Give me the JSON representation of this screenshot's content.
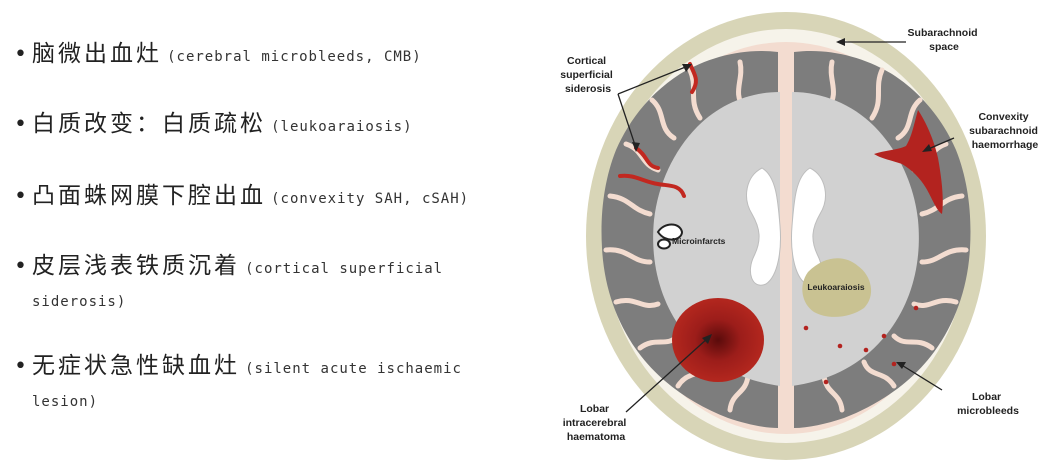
{
  "items": [
    {
      "cn": "脑微出血灶",
      "en": "(cerebral microbleeds, CMB)"
    },
    {
      "cn": "白质改变：白质疏松",
      "en": "(leukoaraiosis)"
    },
    {
      "cn": "凸面蛛网膜下腔出血",
      "en": "(convexity SAH, cSAH)"
    },
    {
      "cn": "皮层浅表铁质沉着",
      "en": "(cortical superficial",
      "en2": "siderosis)"
    },
    {
      "cn": "无症状急性缺血灶",
      "en": "(silent acute ischaemic",
      "en2": "lesion)"
    }
  ],
  "diagram": {
    "labels": {
      "cortical_superficial_siderosis": [
        "Cortical",
        "superficial",
        "siderosis"
      ],
      "subarachnoid_space": [
        "Subarachnoid",
        "space"
      ],
      "convexity_sah": [
        "Convexity",
        "subarachnoid",
        "haemorrhage"
      ],
      "microinfarcts": "Microinfarcts",
      "leukoaraiosis": "Leukoaraiosis",
      "lobar_ich": [
        "Lobar",
        "intracerebral",
        "haematoma"
      ],
      "lobar_microbleeds": [
        "Lobar",
        "microbleeds"
      ]
    },
    "colors": {
      "skull": "#d8d5b7",
      "brain_bg": "#f3dcd0",
      "cortex": "#7a7a7a",
      "white_matter": "#cfcfcf",
      "ventricle": "#ffffff",
      "blood": "#b3231f",
      "leukoaraiosis": "#c9c292"
    }
  }
}
